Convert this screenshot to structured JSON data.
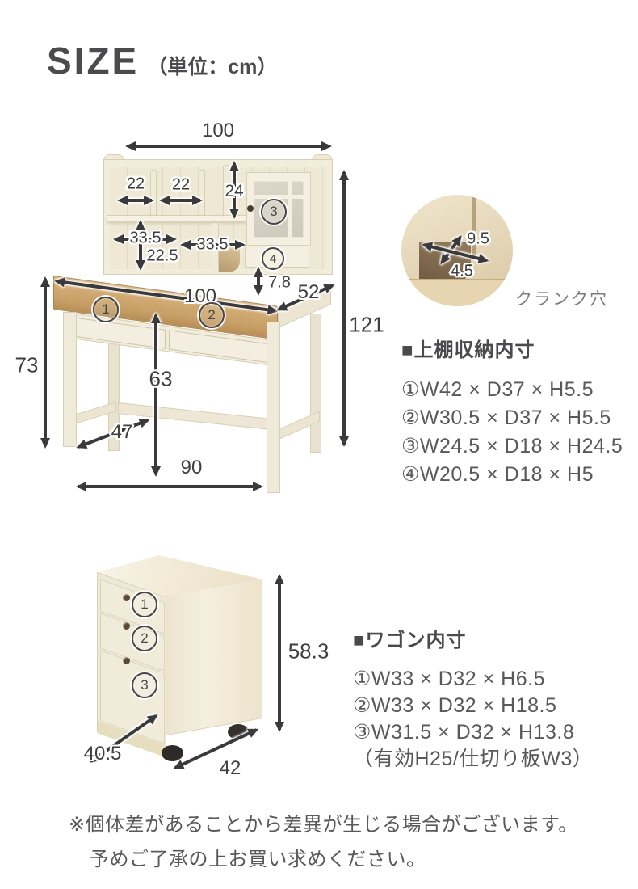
{
  "title": {
    "text": "SIZE",
    "unit": "（単位：cm）"
  },
  "desk": {
    "dims": {
      "top_width": "100",
      "slot_left_width": "22",
      "slot_mid_width": "22",
      "hutch_inner_height": "24",
      "shelf_left_width": "33.5",
      "shelf_right_width": "33.5",
      "under_shelf_height": "22.5",
      "niche_height": "7.8",
      "desktop_width": "100",
      "desktop_depth": "52",
      "total_height": "121",
      "desk_height": "73",
      "knee_clearance": "63",
      "leg_inner_depth": "47",
      "leg_inner_width": "90"
    },
    "markers": {
      "m1": "1",
      "m2": "2",
      "m3": "3",
      "m4": "4"
    }
  },
  "crank": {
    "width": "9.5",
    "depth": "4.5",
    "caption": "クランク穴"
  },
  "shelf_specs": {
    "heading": "■上棚収納内寸",
    "items": [
      "①W42 × D37 × H5.5",
      "②W30.5 × D37 × H5.5",
      "③W24.5 × D18 × H24.5",
      "④W20.5 × D18 × H5"
    ]
  },
  "wagon": {
    "dims": {
      "height": "58.3",
      "depth": "40.5",
      "width": "42"
    },
    "markers": {
      "m1": "1",
      "m2": "2",
      "m3": "3"
    }
  },
  "wagon_specs": {
    "heading": "■ワゴン内寸",
    "items": [
      "①W33 × D32 × H6.5",
      "②W33 × D32 × H18.5",
      "③W31.5 × D32 × H13.8",
      "（有効H25/仕切り板W3）"
    ]
  },
  "disclaimer": {
    "line1": "※個体差があることから差異が生じる場合がございます。",
    "line2": "予めご了承の上お買い求めください。"
  }
}
